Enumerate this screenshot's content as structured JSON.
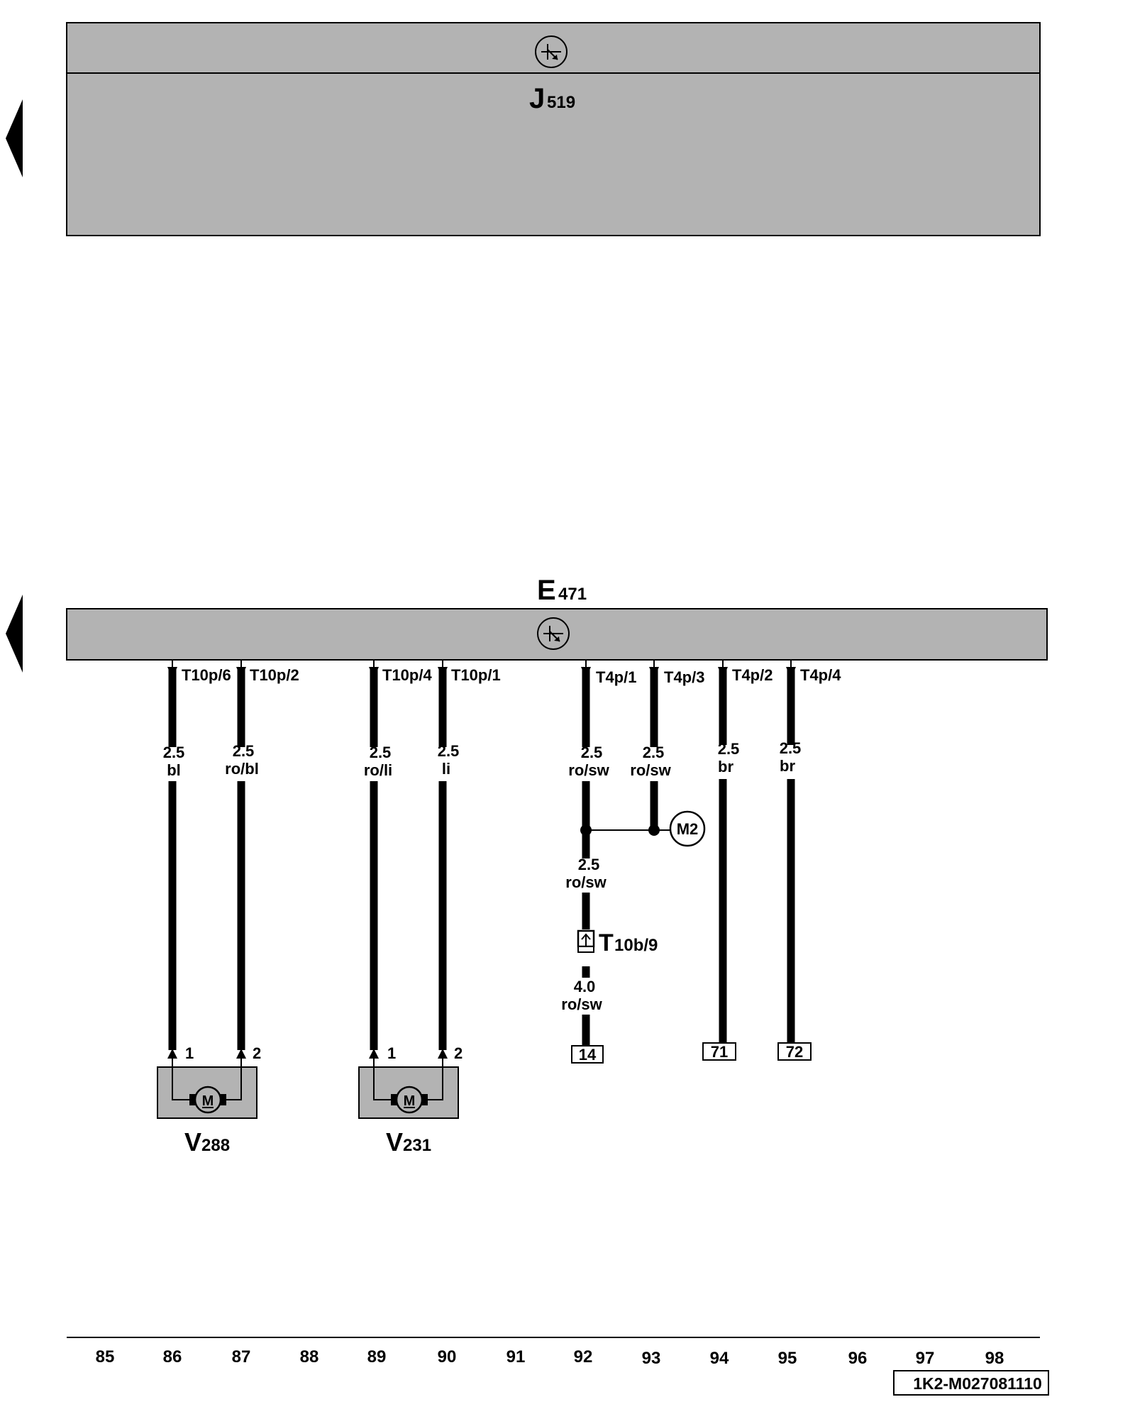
{
  "control_unit_top": {
    "letter": "J",
    "number": "519"
  },
  "control_unit_bottom": {
    "letter": "E",
    "number": "471"
  },
  "wires": [
    {
      "id": "w86",
      "pin": "T10p/6",
      "size": "2.5",
      "color": "bl"
    },
    {
      "id": "w87",
      "pin": "T10p/2",
      "size": "2.5",
      "color": "ro/bl"
    },
    {
      "id": "w89",
      "pin": "T10p/4",
      "size": "2.5",
      "color": "ro/li"
    },
    {
      "id": "w90",
      "pin": "T10p/1",
      "size": "2.5",
      "color": "li"
    },
    {
      "id": "w92",
      "pin": "T4p/1",
      "size": "2.5",
      "color": "ro/sw"
    },
    {
      "id": "w93",
      "pin": "T4p/3",
      "size": "2.5",
      "color": "ro/sw"
    },
    {
      "id": "w94",
      "pin": "T4p/2",
      "size": "2.5",
      "color": "br"
    },
    {
      "id": "w95",
      "pin": "T4p/4",
      "size": "2.5",
      "color": "br"
    }
  ],
  "wire_92_lower": [
    {
      "size": "2.5",
      "color": "ro/sw"
    },
    {
      "size": "4.0",
      "color": "ro/sw"
    }
  ],
  "connector_t10b": {
    "letter": "T",
    "pin": "10b/9"
  },
  "junction": {
    "label": "M2"
  },
  "terminals": [
    "14",
    "71",
    "72"
  ],
  "motors": [
    {
      "letter": "V",
      "number": "288",
      "pin1": "1",
      "pin2": "2",
      "symbol": "M"
    },
    {
      "letter": "V",
      "number": "231",
      "pin1": "1",
      "pin2": "2",
      "symbol": "M"
    }
  ],
  "columns": [
    "85",
    "86",
    "87",
    "88",
    "89",
    "90",
    "91",
    "92",
    "93",
    "94",
    "95",
    "96",
    "97",
    "98"
  ],
  "diagram_code": "1K2-M027081110",
  "icons": [
    "control-unit-symbol-icon",
    "nav-left-arrow-icon",
    "motor-icon",
    "connector-icon"
  ],
  "colors": {
    "component_fill": "#b3b3b3",
    "line": "#000000",
    "background": "#ffffff"
  }
}
